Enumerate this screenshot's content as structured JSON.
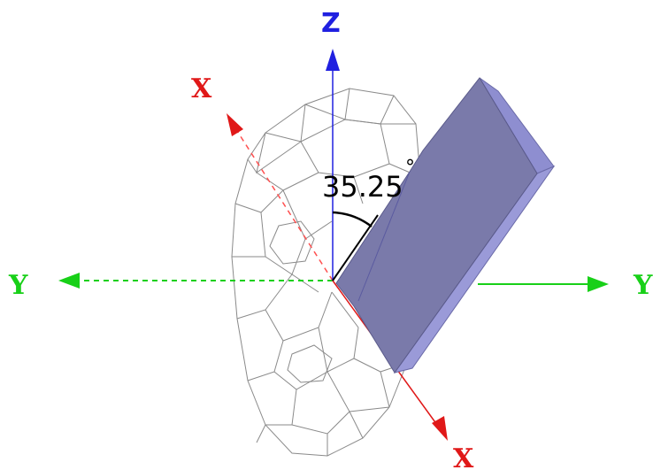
{
  "axes": {
    "z_label": "Z",
    "x_label": "X",
    "x_neg_label": "X",
    "y_label": "Y",
    "y_neg_label": "Y"
  },
  "angle": {
    "label": "35.25",
    "degree_symbol": "°",
    "value_degrees": 35.25
  },
  "colors": {
    "z_axis": "#2020e0",
    "x_axis": "#e01818",
    "y_axis": "#18d018",
    "plate_face": "#7a7aaa",
    "plate_side": "#9a9ad8",
    "mesh": "#8a8a8a",
    "arc": "#000000"
  }
}
